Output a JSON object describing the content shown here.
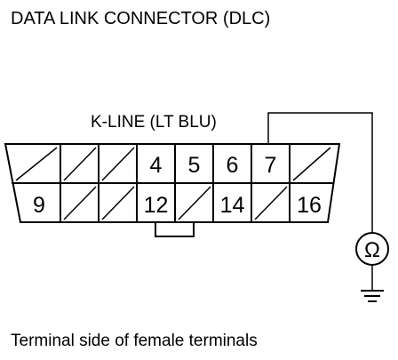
{
  "title": "DATA LINK CONNECTOR (DLC)",
  "wire_label": "K-LINE (LT BLU)",
  "pins_top": [
    "",
    "",
    "",
    "4",
    "5",
    "6",
    "7",
    ""
  ],
  "pins_bottom": [
    "9",
    "",
    "",
    "12",
    "",
    "14",
    "",
    "16"
  ],
  "meter_symbol": "Ω",
  "caption": "Terminal side of female terminals"
}
